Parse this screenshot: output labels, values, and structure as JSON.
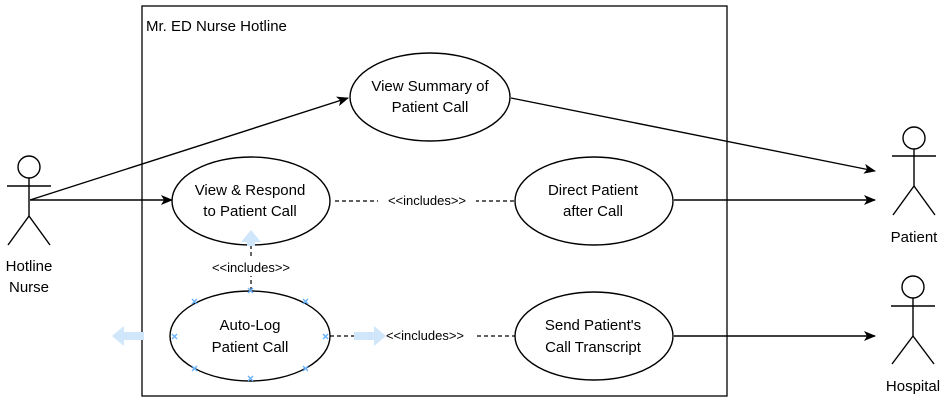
{
  "system": {
    "title": "Mr. ED Nurse Hotline"
  },
  "actors": {
    "hotline_nurse": {
      "line1": "Hotline",
      "line2": "Nurse"
    },
    "patient": {
      "label": "Patient"
    },
    "hospital": {
      "label": "Hospital"
    }
  },
  "use_cases": {
    "view_summary": {
      "line1": "View Summary of",
      "line2": "Patient Call"
    },
    "view_respond": {
      "line1": "View & Respond",
      "line2": "to Patient Call"
    },
    "direct_patient": {
      "line1": "Direct Patient",
      "line2": "after Call"
    },
    "auto_log": {
      "line1": "Auto-Log",
      "line2": "Patient Call"
    },
    "send_transcript": {
      "line1": "Send Patient's",
      "line2": "Call Transcript"
    }
  },
  "relations": {
    "include_1": "<<includes>>",
    "include_2": "<<includes>>",
    "include_3": "<<includes>>"
  },
  "colors": {
    "stroke": "#000000",
    "selection_handle": "#66b2ff"
  }
}
